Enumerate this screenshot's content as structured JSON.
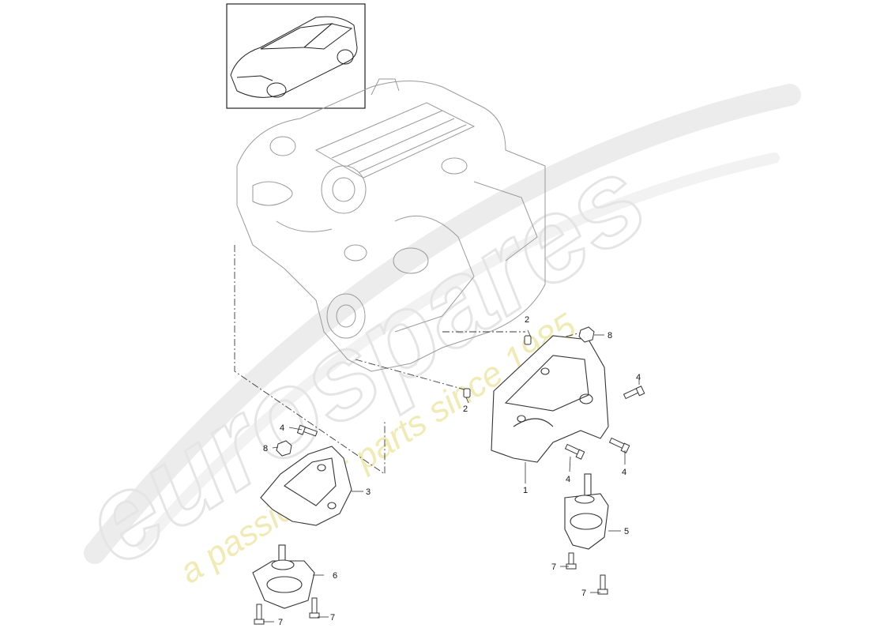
{
  "watermark": {
    "brand": "eurospares",
    "tagline": "a passion for parts since 1985"
  },
  "callouts": [
    "1",
    "2",
    "2",
    "3",
    "4",
    "4",
    "4",
    "4",
    "5",
    "6",
    "7",
    "7",
    "7",
    "7",
    "8",
    "8"
  ],
  "colors": {
    "line": "#3a3a3a",
    "engine_line": "#9a9a9a",
    "watermark_gray": "#e4e4e4",
    "watermark_yellow": "#f0eab0"
  }
}
